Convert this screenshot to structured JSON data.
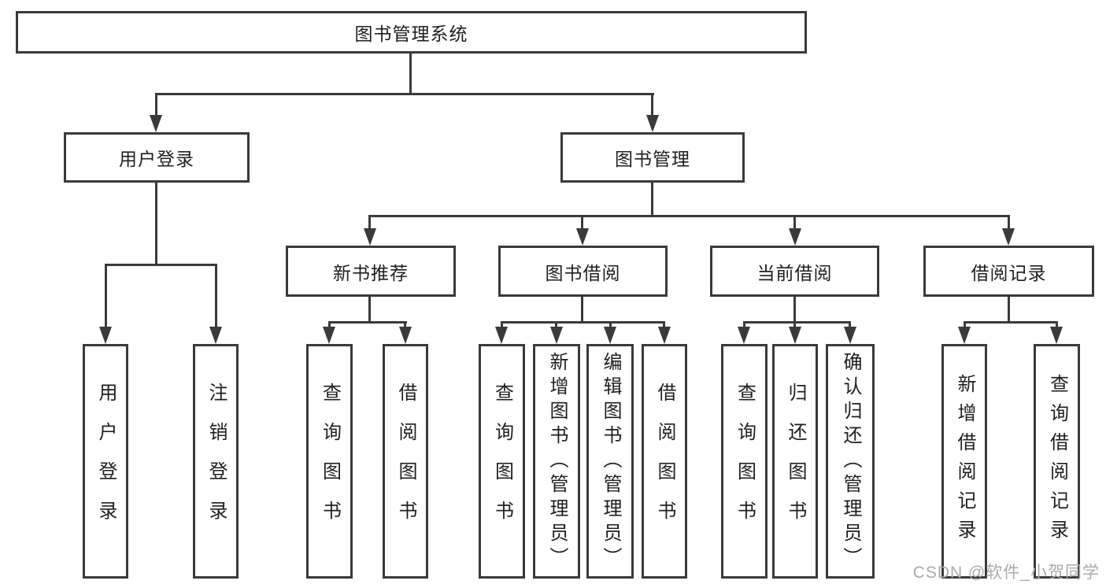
{
  "title": "图书管理系统",
  "colors": {
    "line": "#3a3a3a",
    "text": "#1f1f1f",
    "bg": "#ffffff",
    "watermark": "#aaaaaa"
  },
  "tree": {
    "root": {
      "label": "图书管理系统",
      "children": [
        {
          "label": "用户登录",
          "children": [
            {
              "label": "用户登录"
            },
            {
              "label": "注销登录"
            }
          ]
        },
        {
          "label": "图书管理",
          "children": [
            {
              "label": "新书推荐",
              "children": [
                {
                  "label": "查询图书"
                },
                {
                  "label": "借阅图书"
                }
              ]
            },
            {
              "label": "图书借阅",
              "children": [
                {
                  "label": "查询图书"
                },
                {
                  "label": "新增图书（管理员）"
                },
                {
                  "label": "编辑图书（管理员）"
                },
                {
                  "label": "借阅图书"
                }
              ]
            },
            {
              "label": "当前借阅",
              "children": [
                {
                  "label": "查询图书"
                },
                {
                  "label": "归还图书"
                },
                {
                  "label": "确认归还（管理员）"
                }
              ]
            },
            {
              "label": "借阅记录",
              "children": [
                {
                  "label": "新增借阅记录"
                },
                {
                  "label": "查询借阅记录"
                }
              ]
            }
          ]
        }
      ]
    }
  },
  "watermark": "CSDN @软件_小贺同学"
}
